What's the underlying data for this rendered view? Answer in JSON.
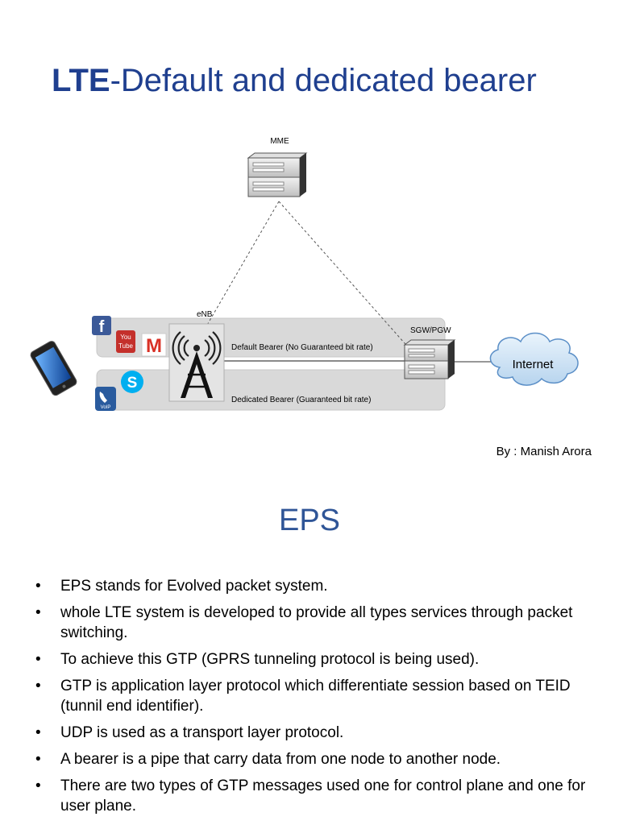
{
  "slide1": {
    "title_bold": "LTE",
    "title_rest": "-Default and dedicated bearer",
    "author": "By : Manish Arora",
    "diagram": {
      "mme_label": "MME",
      "enb_label": "eNB",
      "sgw_label": "SGW/PGW",
      "internet_label": "Internet",
      "default_bearer": "Default Bearer (No Guaranteed bit rate)",
      "dedicated_bearer": "Dedicated Bearer (Guaranteed bit rate)",
      "facebook_glyph": "f",
      "youtube_glyph_1": "You",
      "youtube_glyph_2": "Tube",
      "gmail_glyph": "M",
      "skype_glyph": "S",
      "voip_glyph": "VoIP",
      "colors": {
        "band": "#d9d9d9",
        "facebook": "#3b5998",
        "youtube": "#c4302b",
        "gmail": "#d93025",
        "skype": "#00aff0",
        "voip": "#2a5b9e",
        "cloud": "#cfe3f5"
      }
    }
  },
  "slide2": {
    "title": "EPS",
    "bullets": [
      "EPS stands for Evolved packet system.",
      "whole LTE system is developed to provide all types services through packet switching.",
      "To achieve this GTP (GPRS tunneling protocol is being used).",
      " GTP is application layer protocol which differentiate session based on TEID (tunnil end identifier).",
      "UDP is used as a transport layer protocol.",
      " A bearer is a pipe that carry data from one node to another node.",
      "There are two types of GTP messages used one for control plane and one for user plane."
    ],
    "bullet_glyph": "•"
  }
}
